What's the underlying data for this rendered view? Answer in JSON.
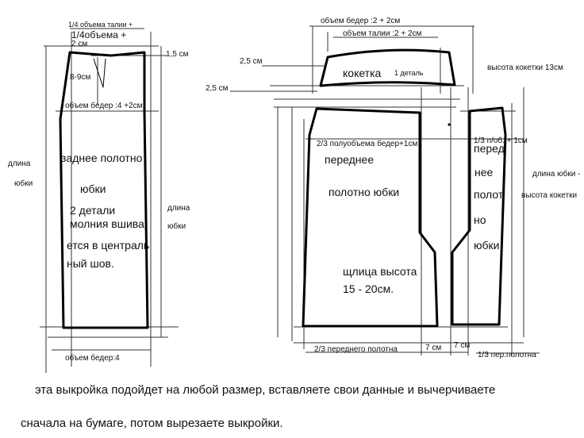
{
  "back_panel": {
    "top_waist_a": "1/4 объема талии +",
    "top_waist_b": "1/4объема +",
    "top_waist_c": "2 см",
    "rise": "1,5 см",
    "dart": "8-9см",
    "hip_line": "объем бедер :4 +2см",
    "length_left_a": "длина",
    "length_left_b": "юбки",
    "length_right_a": "длина",
    "length_right_b": "юбки",
    "text_1": "заднее полотно",
    "text_2": "юбки",
    "text_3": "2 детали",
    "text_4": "молния вшива",
    "text_5": "ется в централь",
    "text_6": "ный шов.",
    "bottom": "объем бедер:4"
  },
  "yoke": {
    "hip_measure": "объем бедер :2 + 2см",
    "waist_measure": "объем талии :2 + 2см",
    "offset_top": "2,5 см",
    "offset_bottom": "2,5 см",
    "name": "кокетка",
    "count": "1 деталь",
    "height": "высота кокетки 13см"
  },
  "front_panel": {
    "hip_label": "2/3 полуобъема бедер+1см",
    "side_label": "1/3 п/об. + 1см",
    "text_1": "переднее",
    "text_2": "полотно юбки",
    "side_text_1": "перед",
    "side_text_2": "нее",
    "side_text_3": "полот",
    "side_text_4": "но",
    "side_text_5": "юбки",
    "slit_1": "щлица высота",
    "slit_2": "15  - 20см.",
    "length_a": "длина юбки -",
    "length_b": "высота кокетки",
    "slit_left": "7 см",
    "slit_right": "7 см",
    "bottom_left": "2/3 переднего полотна",
    "bottom_right": "1/3 пер.полотна"
  },
  "caption": {
    "line_1": "эта выкройка подойдет на любой размер, вставляете свои данные и вычерчиваете",
    "line_2": "сначала на бумаге, потом вырезаете выкройки."
  }
}
